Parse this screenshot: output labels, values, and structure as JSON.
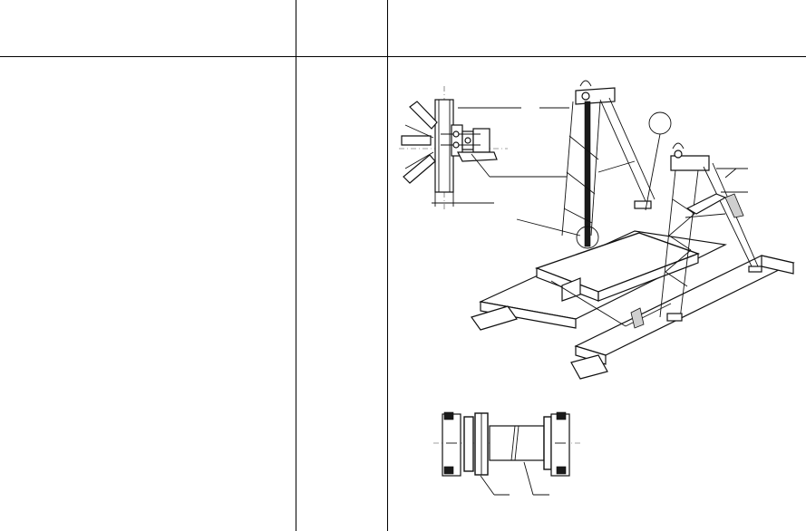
{
  "table": {
    "header": {
      "col1": "",
      "col2": "",
      "col3": ""
    },
    "body": {
      "col1": "",
      "col2": ""
    }
  },
  "figures": {
    "detail_connection": "bolted-clamp-connection-detail",
    "iso_view": "twin-gantry-frame-on-pontoons",
    "shaft_assembly": "shaft-with-pulleys-and-bearing-housings"
  }
}
